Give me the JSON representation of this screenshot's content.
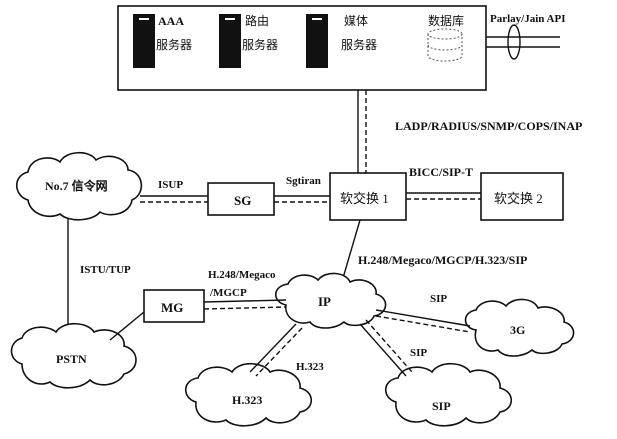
{
  "servers": {
    "aaa": {
      "line1": "AAA",
      "line2": "服务器"
    },
    "route": {
      "line1": "路由",
      "line2": "服务器"
    },
    "media": {
      "line1": "媒体",
      "line2": "服务器"
    },
    "database": {
      "label": "数据库"
    },
    "api": "Parlay/Jain API"
  },
  "protocols": {
    "top": "LADP/RADIUS/SNMP/COPS/INAP",
    "bicc": "BICC/SIP-T",
    "isup": "ISUP",
    "sgtiran": "Sgtiran",
    "istu": "ISTU/TUP",
    "h248_a": "H.248/Megaco",
    "h248_b": "/MGCP",
    "h248_long": "H.248/Megaco/MGCP/H.323/SIP",
    "sip_3g": "SIP",
    "sip_cloud": "SIP",
    "h323": "H.323"
  },
  "nodes": {
    "no7": "No.7 信令网",
    "sg": "SG",
    "softswitch1": "软交换 1",
    "softswitch2": "软交换 2",
    "mg": "MG",
    "pstn": "PSTN",
    "ip": "IP",
    "threeg": "3G",
    "h323_net": "H.323",
    "sip_net": "SIP"
  }
}
